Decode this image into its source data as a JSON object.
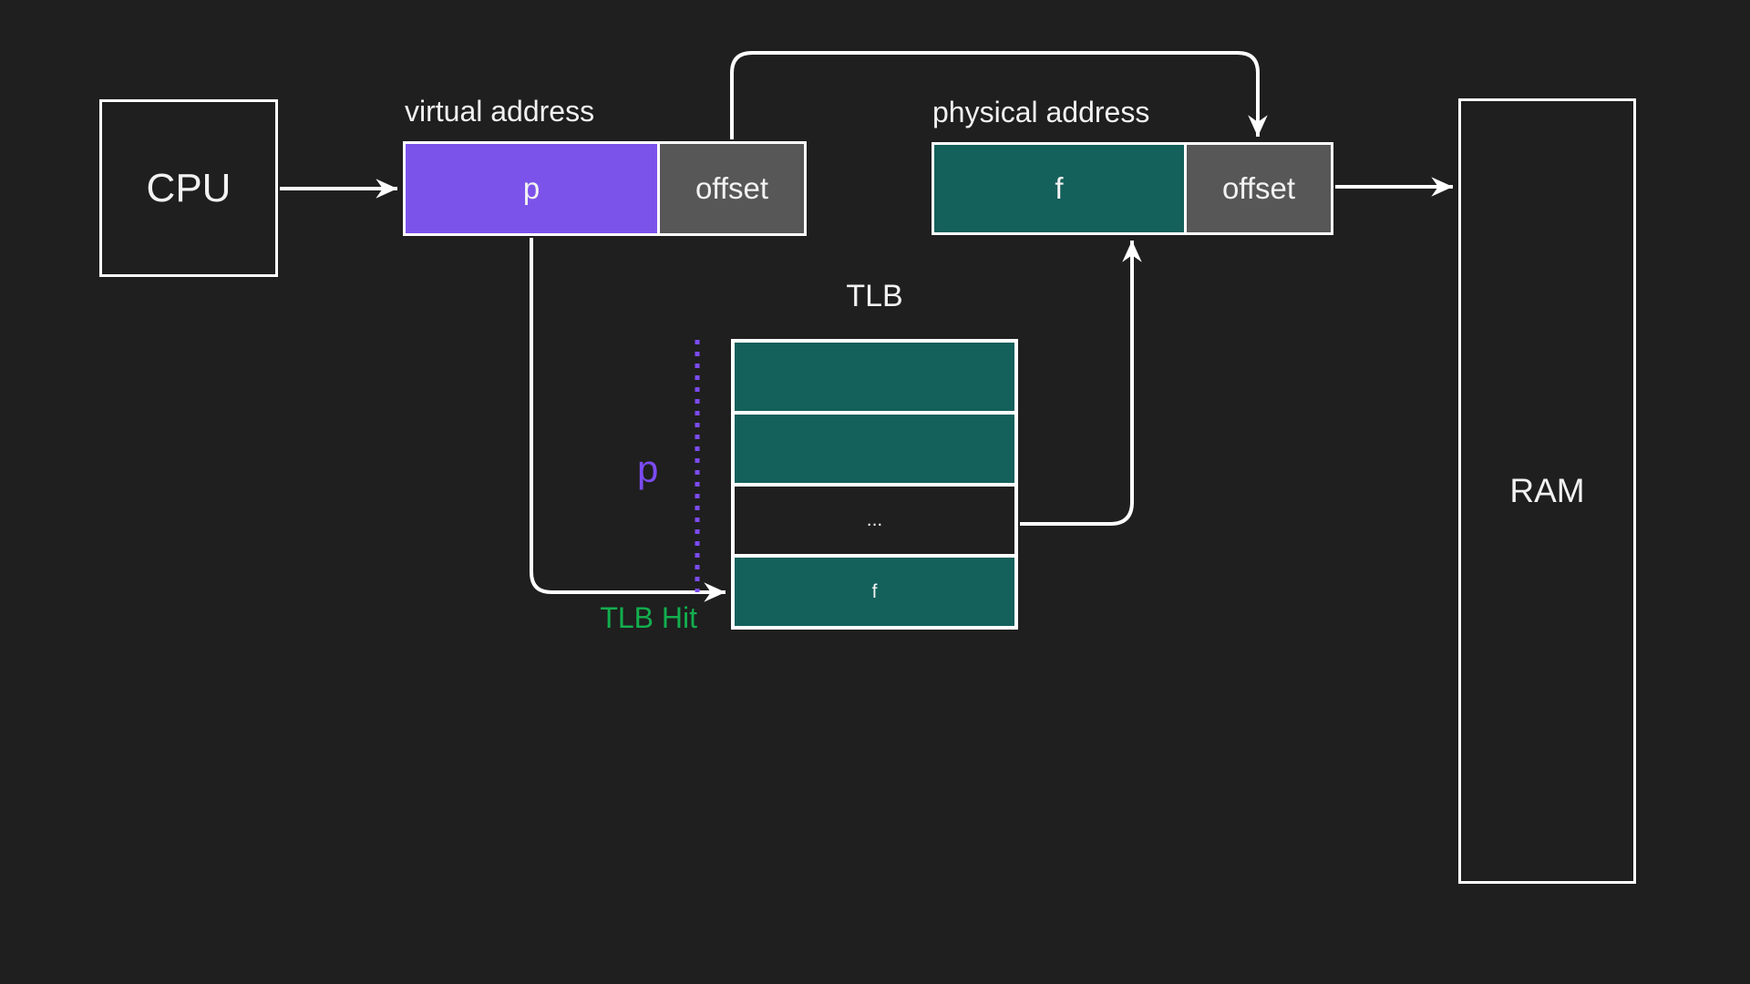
{
  "colors": {
    "background": "#1f1f1f",
    "line": "#ffffff",
    "text": "#f2f2f2",
    "purple_fill": "#7c53ea",
    "violet_accent": "#7c4bf5",
    "teal_fill": "#14605a",
    "gray_fill": "#575757",
    "green_accent": "#13ae4e",
    "table_bg": "#ffffff"
  },
  "diagram": {
    "cpu": {
      "label": "CPU"
    },
    "virtual_address": {
      "title": "virtual address",
      "page_label": "p",
      "offset_label": "offset"
    },
    "physical_address": {
      "title": "physical address",
      "frame_label": "f",
      "offset_label": "offset"
    },
    "ram": {
      "label": "RAM"
    },
    "tlb": {
      "title": "TLB",
      "rows": [
        {
          "label": ""
        },
        {
          "label": ""
        },
        {
          "label": "..."
        },
        {
          "label": "f"
        }
      ]
    },
    "annotations": {
      "page_lookup": "p",
      "tlb_hit": "TLB Hit"
    }
  }
}
